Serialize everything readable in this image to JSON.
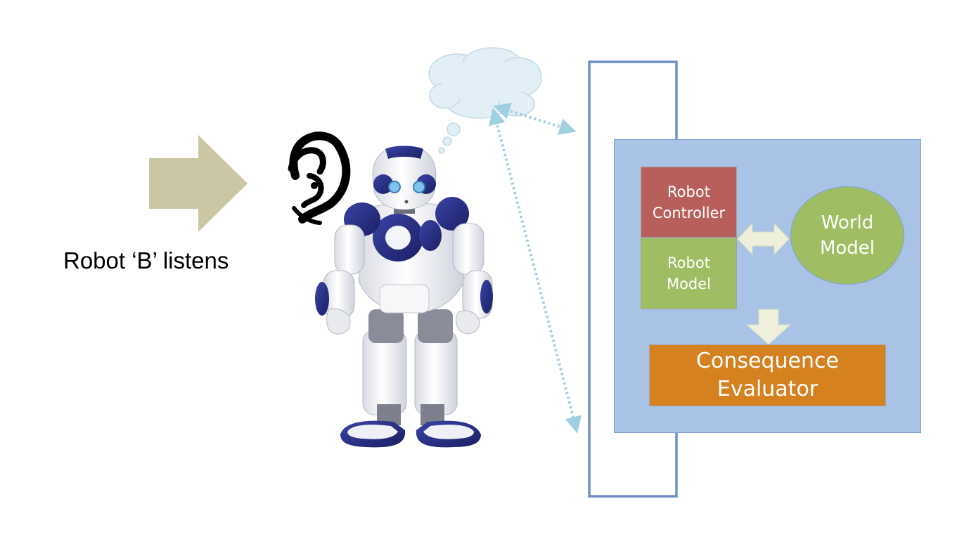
{
  "caption": "Robot ‘B’ listens",
  "blocks": {
    "robot_controller": [
      "Robot",
      "Controller"
    ],
    "robot_model": [
      "Robot",
      "Model"
    ],
    "world_model": [
      "World",
      "Model"
    ],
    "consequence_evaluator": [
      "Consequence",
      "Evaluator"
    ]
  },
  "colors": {
    "input_arrow": "#cbc6a3",
    "panel": "#a9c3e6",
    "loop_line": "#6f90c6",
    "robot_controller": "#b85f5c",
    "model_green": "#9fbe64",
    "evaluator": "#d5811f",
    "thought_cloud": "#e2eff6",
    "dotted_link": "#9fcfe0",
    "robot_body": "#f2f2f5",
    "robot_trim": "#2a2f8a"
  },
  "icons": [
    "input-arrow-icon",
    "ear-icon",
    "robot-illustration",
    "thought-cloud-icon"
  ]
}
